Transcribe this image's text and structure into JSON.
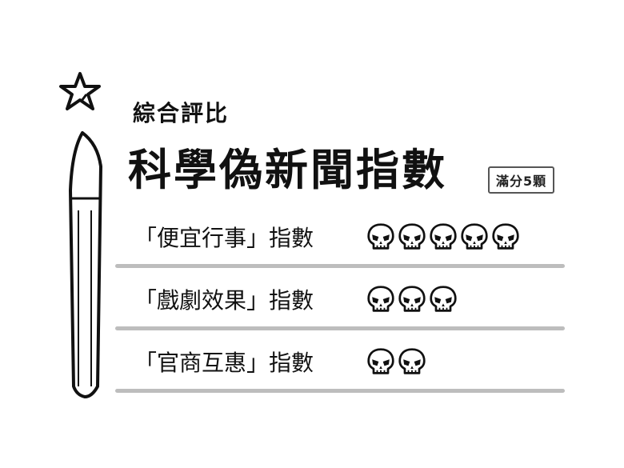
{
  "subtitle": "綜合評比",
  "title": "科學偽新聞指數",
  "badge": "滿分5顆",
  "ratings": [
    {
      "label": "「便宜行事」指數",
      "skulls": 5
    },
    {
      "label": "「戲劇效果」指數",
      "skulls": 3
    },
    {
      "label": "「官商互惠」指數",
      "skulls": 2
    }
  ],
  "max_skulls": 5,
  "icons": {
    "decoration": "pencil-star-icon",
    "rating": "skull-icon"
  },
  "colors": {
    "ink": "#111111",
    "divider": "#bdbdbd",
    "background": "#ffffff"
  }
}
